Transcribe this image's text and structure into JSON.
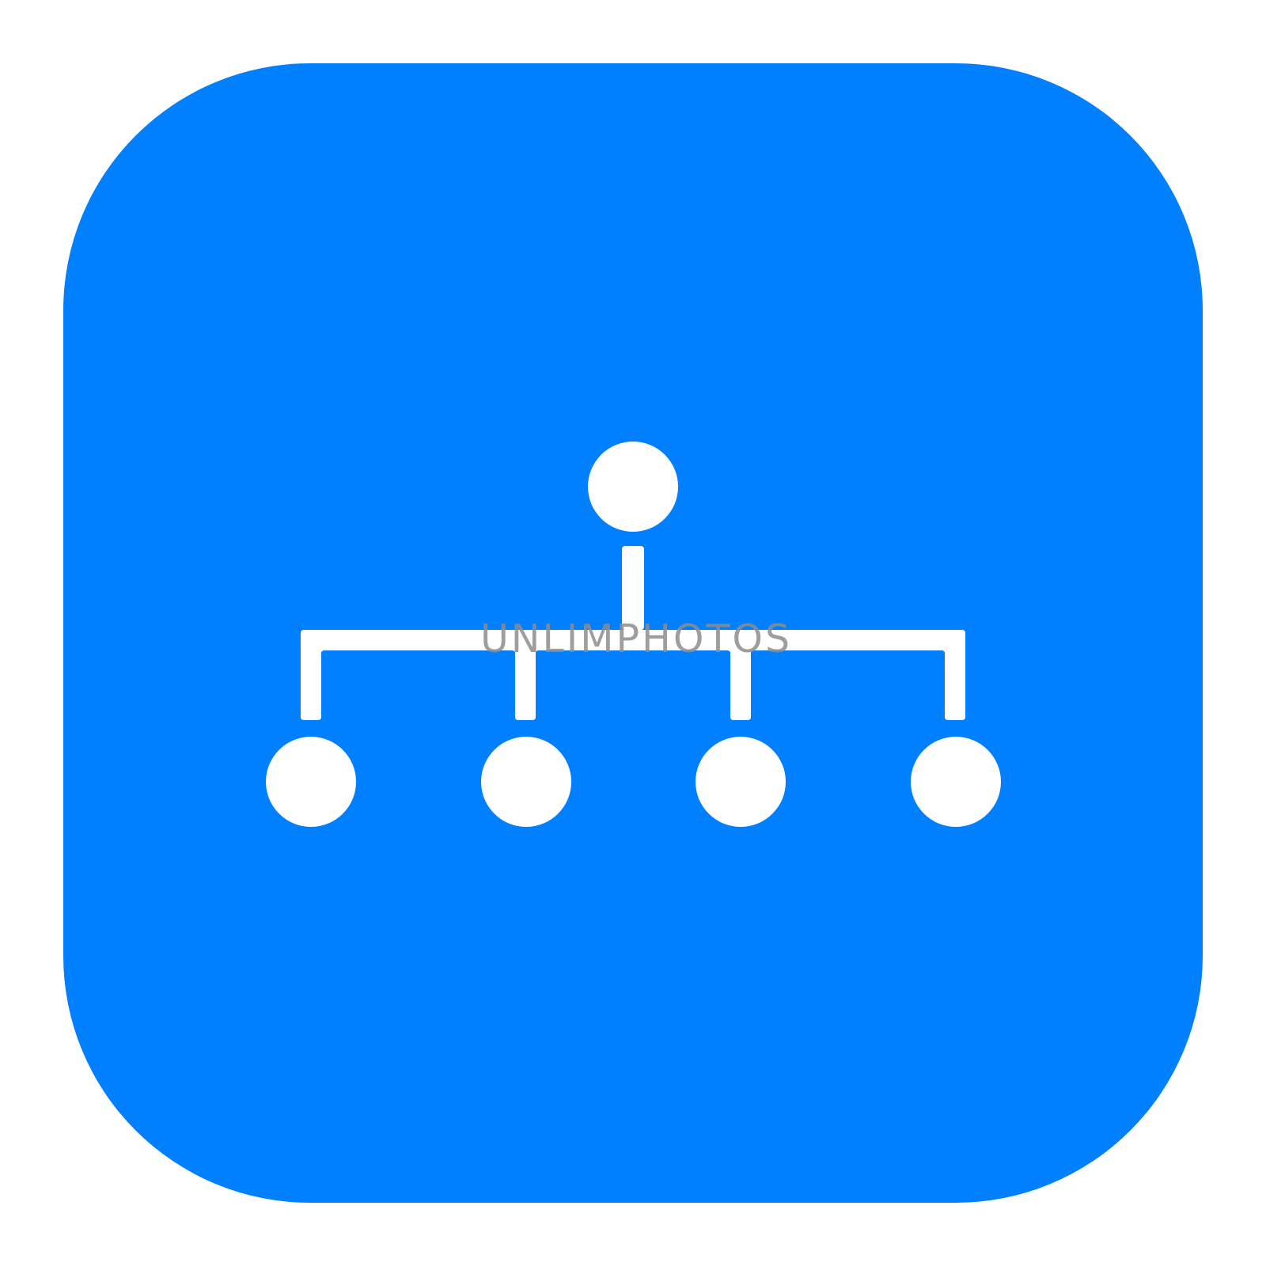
{
  "icon": {
    "name": "hierarchy-icon",
    "background_color": "#007FFF",
    "glyph_color": "#FFFFFF",
    "nodes": {
      "root_count": 1,
      "child_count": 4
    }
  },
  "watermark": {
    "text": "UNLIMPHOTOS",
    "color": "#8E8E8E",
    "opacity": 0.85
  }
}
